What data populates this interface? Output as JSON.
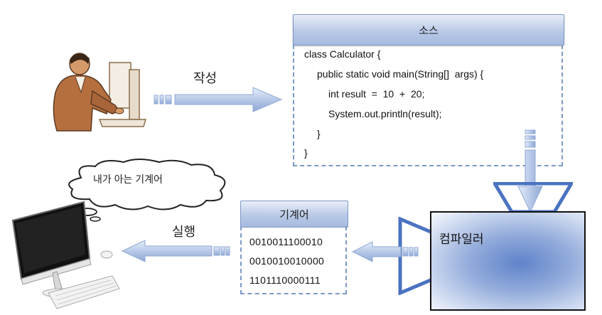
{
  "source": {
    "title": "소스",
    "code_lines": [
      "class Calculator {",
      "public static void main(String[]  args) {",
      "int result  =  10  +  20;",
      "System.out.println(result);",
      "}",
      "}"
    ]
  },
  "labels": {
    "write": "작성",
    "run": "실행",
    "thought": "내가 아는 기계어"
  },
  "machine_code": {
    "title": "기계어",
    "lines": [
      "0010011100010",
      "0010010010000",
      "1101110000111"
    ]
  },
  "compiler": {
    "label": "컴파일러"
  },
  "colors": {
    "arrow": "#b8c9e8",
    "frame": "#7d98c8",
    "compiler_center": "#5f82c9"
  }
}
